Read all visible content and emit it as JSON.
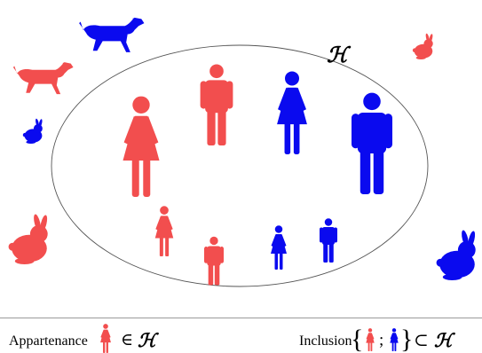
{
  "set_symbol": "ℋ",
  "colors": {
    "red": "#f24e4e",
    "blue": "#0a0aef",
    "ellipse": "#555555"
  },
  "legend": {
    "membership_label": "Appartenance",
    "membership_operator": "∈",
    "inclusion_label": "Inclusion",
    "brace_open": "{",
    "separator": ";",
    "brace_close": "}",
    "inclusion_operator": "⊂"
  },
  "icons": {
    "inside_set": [
      "woman-red",
      "man-red",
      "woman-blue",
      "man-blue",
      "girl-red",
      "boy-red",
      "girl-blue",
      "boy-blue"
    ],
    "outside_set": [
      "dog-blue",
      "dog-red",
      "rabbit-blue",
      "rabbit-red",
      "rabbit-red",
      "rabbit-blue"
    ]
  }
}
